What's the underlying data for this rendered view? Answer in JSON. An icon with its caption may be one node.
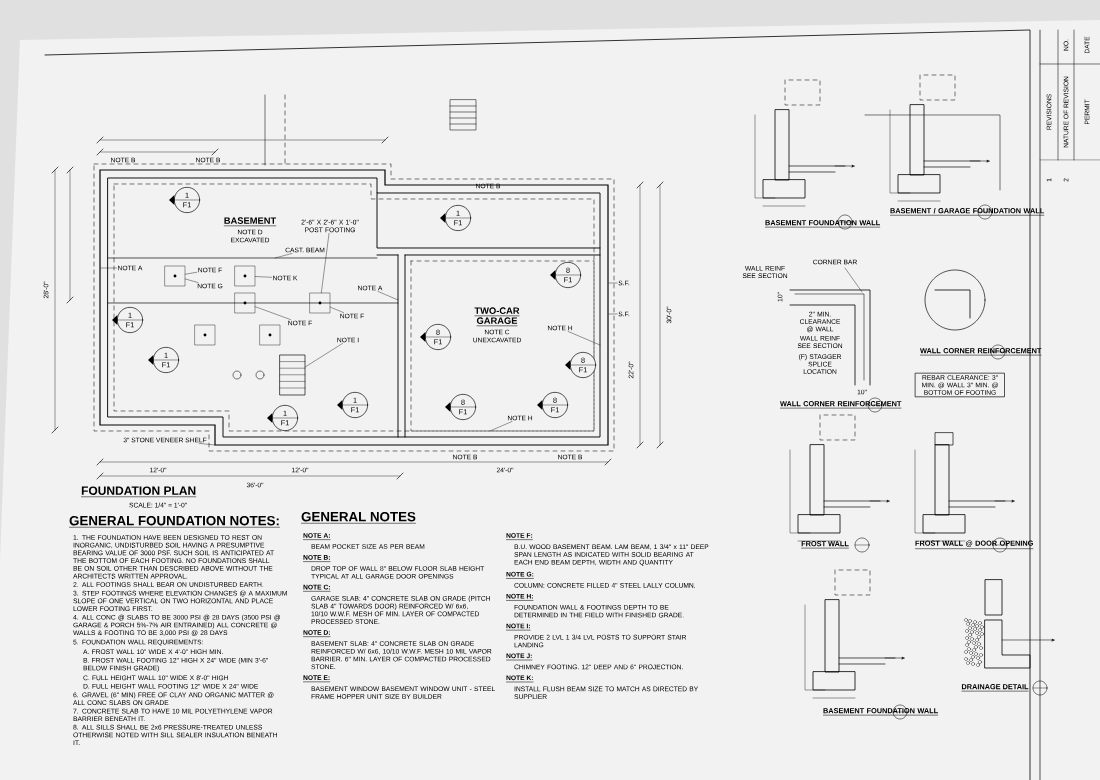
{
  "diagram": {
    "nodes": [
      {
        "text": [
          "1",
          "F1"
        ]
      },
      {
        "text": [
          "1",
          "F1"
        ]
      },
      {
        "text": [
          "1",
          "F1"
        ]
      },
      {
        "text": [
          "1",
          "F1"
        ]
      },
      {
        "text": [
          "1",
          "F1"
        ]
      },
      {
        "text": [
          "1",
          "F1"
        ]
      },
      {
        "text": [
          "8",
          "F1"
        ]
      },
      {
        "text": [
          "8",
          "F1"
        ]
      },
      {
        "text": [
          "8",
          "F1"
        ]
      },
      {
        "text": [
          "8",
          "F1"
        ]
      },
      {
        "text": [
          "8",
          "F1"
        ]
      },
      {
        "text": [
          "NOTE A"
        ]
      },
      {
        "text": [
          "NOTE A"
        ]
      },
      {
        "text": [
          "NOTE F"
        ]
      },
      {
        "text": [
          "NOTE G"
        ]
      },
      {
        "text": [
          "NOTE K"
        ]
      },
      {
        "text": [
          "NOTE F"
        ]
      },
      {
        "text": [
          "NOTE F"
        ]
      },
      {
        "text": [
          "NOTE I"
        ]
      },
      {
        "text": [
          "CAST. BEAM"
        ]
      },
      {
        "text": [
          "2'-6\" X 2'-6\" X 1'-0\" POST FOOTING"
        ]
      },
      {
        "text": [
          "3\" STONE VENEER SHELF"
        ]
      },
      {
        "text": [
          "NOTE H"
        ]
      },
      {
        "text": [
          "NOTE H"
        ]
      },
      {
        "text": [
          "S.F."
        ]
      },
      {
        "text": [
          "S.F."
        ]
      },
      {
        "text": [],
        "shape": "box"
      },
      {
        "text": [],
        "shape": "box"
      },
      {
        "text": [],
        "shape": "box"
      },
      {
        "text": [],
        "shape": "box"
      },
      {
        "text": [],
        "shape": "box"
      },
      {
        "text": [],
        "shape": "box"
      },
      {
        "text": [],
        "shape": "stairs"
      }
    ],
    "edges": [
      {
        "from": 11,
        "to": null,
        "arrow": "none"
      },
      {
        "from": 12,
        "to": null,
        "arrow": "none"
      },
      {
        "from": 13,
        "to": 26,
        "arrow": "none"
      },
      {
        "from": 14,
        "to": 26,
        "arrow": "none"
      },
      {
        "from": 15,
        "to": 28,
        "arrow": "none"
      },
      {
        "from": 16,
        "to": 29,
        "arrow": "none"
      },
      {
        "from": 17,
        "to": 31,
        "arrow": "none"
      },
      {
        "from": 18,
        "to": 32,
        "arrow": "none"
      },
      {
        "from": 19,
        "to": null,
        "arrow": "none"
      },
      {
        "from": 20,
        "to": 31,
        "arrow": "none"
      },
      {
        "from": 21,
        "to": null,
        "arrow": "none"
      },
      {
        "from": 22,
        "to": null,
        "arrow": "none"
      },
      {
        "from": 23,
        "to": null,
        "arrow": "none"
      },
      {
        "from": 24,
        "to": null,
        "arrow": "none"
      },
      {
        "from": 25,
        "to": null,
        "arrow": "none"
      }
    ],
    "labels": [
      "FOUNDATION PLAN",
      "SCALE: 1/4\" = 1'-0\"",
      "GENERAL FOUNDATION NOTES:",
      "1. THE FOUNDATION HAVE BEEN DESIGNED TO REST ON INORGANIC, UNDISTURBED SOIL HAVING A PRESUMPTIVE BEARING VALUE OF 3000 PSF. SUCH SOIL IS ANTICIPATED AT THE BOTTOM OF EACH FOOTING. NO FOUNDATIONS SHALL BE ON SOIL OTHER THAN DESCRIBED ABOVE WITHOUT THE ARCHITECTS WRITTEN APPROVAL.",
      "2. ALL FOOTINGS SHALL BEAR ON UNDISTURBED EARTH.",
      "3. STEP FOOTINGS WHERE ELEVATION CHANGES @ A MAXIMUM SLOPE OF ONE VERTICAL ON TWO HORIZONTAL AND PLACE LOWER FOOTING FIRST.",
      "4. ALL CONC @ SLABS TO BE 3000 PSI @ 28 DAYS (3500 PSI @ GARAGE & PORCH 5%-7% AIR ENTRAINED) ALL CONCRETE @ WALLS & FOOTING TO BE 3,000 PSI @ 28 DAYS",
      "5. FOUNDATION WALL REQUIREMENTS:",
      "A. FROST WALL 10\" WIDE X 4'-0\" HIGH MIN.",
      "B. FROST WALL FOOTING 12\" HIGH X 24\" WIDE (MIN 3'-6\" BELOW FINISH GRADE)",
      "C. FULL HEIGHT WALL 10\" WIDE X 8'-0\" HIGH",
      "D. FULL HEIGHT WALL FOOTING 12\" WIDE X 24\" WIDE",
      "6. GRAVEL (6\" MIN) FREE OF CLAY AND ORGANIC MATTER @ ALL CONC SLABS ON GRADE",
      "7. CONCRETE SLAB TO HAVE 10 MIL POLYETHYLENE VAPOR BARRIER BENEATH IT.",
      "8. ALL SILLS SHALL BE 2x6 PRESSURE-TREATED UNLESS OTHERWISE NOTED WITH SILL SEALER INSULATION BENEATH IT.",
      "GENERAL NOTES",
      "NOTE A:",
      "BEAM POCKET SIZE AS PER BEAM",
      "NOTE B:",
      "DROP TOP OF WALL 8\" BELOW FLOOR SLAB HEIGHT TYPICAL AT ALL GARAGE DOOR OPENINGS",
      "NOTE C:",
      "GARAGE SLAB: 4\" CONCRETE SLAB ON GRADE (PITCH SLAB 4\" TOWARDS DOOR) REINFORCED W/ 6x6, 10/10 W.W.F. MESH OF MIN. LAYER OF COMPACTED PROCESSED STONE.",
      "NOTE D:",
      "BASEMENT SLAB: 4\" CONCRETE SLAB ON GRADE REINFORCED W/ 6x6, 10/10 W.W.F. MESH 10 MIL VAPOR BARRIER. 6\" MIN. LAYER OF COMPACTED PROCESSED STONE.",
      "NOTE E:",
      "BASEMENT WINDOW BASEMENT WINDOW UNIT - STEEL FRAME HOPPER UNIT SIZE BY BUILDER",
      "NOTE F:",
      "B.U. WOOD BASEMENT BEAM. LAM BEAM, 1 3/4\" x 11\" DEEP SPAN LENGTH AS INDICATED WITH SOLID BEARING AT EACH END BEAM DEPTH, WIDTH AND QUANTITY",
      "NOTE G:",
      "COLUMN: CONCRETE FILLED 4\" STEEL LALLY COLUMN.",
      "NOTE H:",
      "FOUNDATION WALL & FOOTINGS DEPTH TO BE DETERMINED IN THE FIELD WITH FINISHED GRADE.",
      "NOTE I:",
      "PROVIDE 2 LVL 1 3/4 LVL POSTS TO SUPPORT STAIR LANDING",
      "NOTE J:",
      "CHIMNEY FOOTING. 12\" DEEP AND 6\" PROJECTION.",
      "NOTE K:",
      "INSTALL FLUSH BEAM SIZE TO MATCH AS DIRECTED BY SUPPLIER",
      "BASEMENT",
      "NOTE D",
      "EXCAVATED",
      "TWO-CAR",
      "GARAGE",
      "NOTE C",
      "UNEXCAVATED",
      "36'-0\"",
      "12'-0\"",
      "12'-0\"",
      "24'-0\"",
      "30'-0\"",
      "22'-0\"",
      "28'-0\"",
      "NOTE B",
      "NOTE B",
      "NOTE B",
      "NOTE B",
      "NOTE B",
      "BASEMENT FOUNDATION WALL",
      "BASEMENT / GARAGE FOUNDATION WALL",
      "WALL REINF SEE SECTION",
      "CORNER BAR",
      "10\"",
      "2\" MIN. CLEARANCE @ WALL",
      "WALL REINF SEE SECTION",
      "(F) STAGGER SPLICE LOCATION",
      "10\"",
      "WALL CORNER REINFORCEMENT",
      "WALL CORNER REINFORCEMENT",
      "REBAR CLEARANCE: 3\" MIN. @ WALL 3\" MIN. @ BOTTOM OF FOOTING",
      "FROST WALL",
      "FROST WALL @ DOOR OPENING",
      "BASEMENT FOUNDATION WALL",
      "DRAINAGE DETAIL",
      "REVISIONS",
      "NO.",
      "NATURE OF REVISION",
      "DATE",
      "PERMIT",
      "1",
      "2"
    ]
  }
}
